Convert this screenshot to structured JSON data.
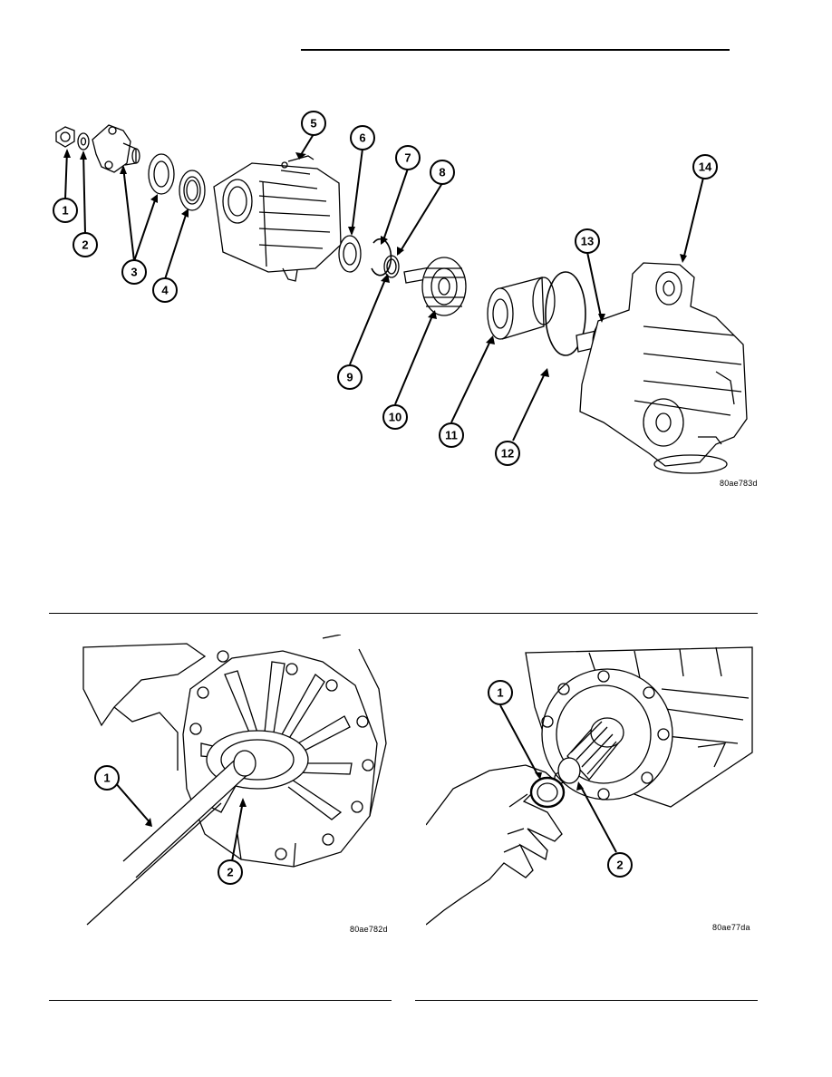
{
  "figures": {
    "top": {
      "code": "80ae783d",
      "callouts": [
        "1",
        "2",
        "3",
        "4",
        "5",
        "6",
        "7",
        "8",
        "9",
        "10",
        "11",
        "12",
        "13",
        "14"
      ]
    },
    "bottom_left": {
      "code": "80ae782d",
      "callouts": [
        "1",
        "2"
      ]
    },
    "bottom_right": {
      "code": "80ae77da",
      "callouts": [
        "1",
        "2"
      ]
    }
  }
}
